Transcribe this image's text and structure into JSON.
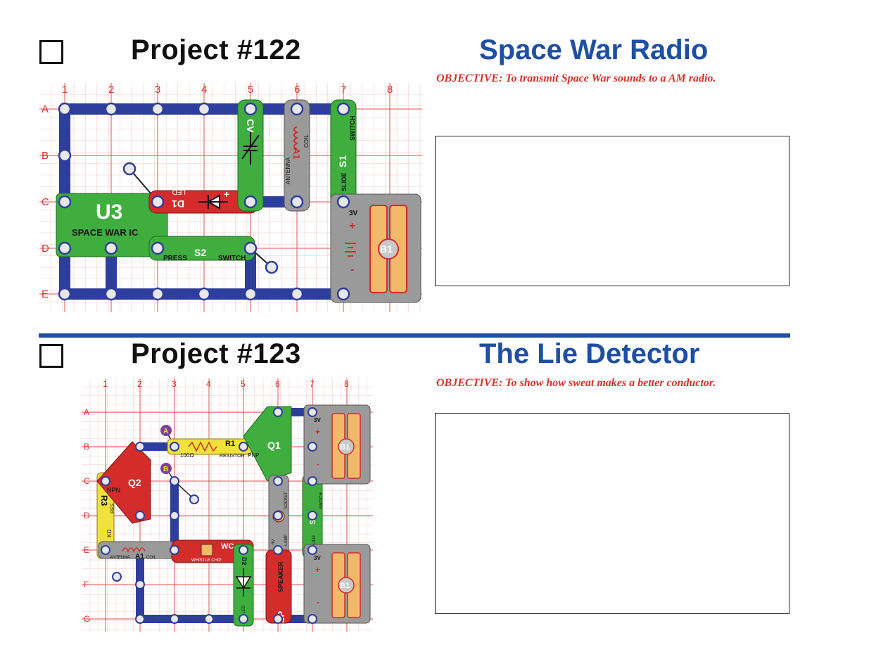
{
  "projects": [
    {
      "title": "Project #122",
      "name": "Space War Radio",
      "objective": "OBJECTIVE:  To transmit Space War sounds to a AM radio.",
      "diagram": {
        "cols": [
          "1",
          "2",
          "3",
          "4",
          "5",
          "6",
          "7",
          "8"
        ],
        "rows": [
          "A",
          "B",
          "C",
          "D",
          "E"
        ],
        "parts": {
          "u3": "U3",
          "u3_sub": "SPACE WAR IC",
          "d1": "D1",
          "d1_sub": "LED",
          "s2": "S2",
          "s2_left": "PRESS",
          "s2_right": "SWITCH",
          "cv": "CV",
          "a1": "A1",
          "a1_sub1": "ANTENNA",
          "a1_sub2": "COIL",
          "s1": "S1",
          "s1_sub1": "SLIDE",
          "s1_sub2": "SWITCH",
          "b1": "B1",
          "b1_volt": "3V"
        }
      }
    },
    {
      "title": "Project #123",
      "name": "The Lie Detector",
      "objective": "OBJECTIVE:  To show how sweat makes a better conductor.",
      "diagram": {
        "cols": [
          "1",
          "2",
          "3",
          "4",
          "5",
          "6",
          "7",
          "8"
        ],
        "rows": [
          "A",
          "B",
          "C",
          "D",
          "E",
          "F",
          "G"
        ],
        "parts": {
          "point_a": "A",
          "point_b": "B",
          "r1": "R1",
          "r1_val": "100Ω",
          "r1_sub": "RESISTOR",
          "q1": "Q1",
          "q1_sub": "PNP",
          "q2": "Q2",
          "q2_sub": "NPN",
          "r3": "R3",
          "r3_val": "KΩ",
          "r3_sub": "RES",
          "a1": "A1",
          "a1_sub1": "ANTENNA",
          "a1_sub2": "COIL",
          "wc": "WC",
          "wc_sub": "WHISTLE CHIP",
          "l": "L",
          "l_sub1": "6V",
          "l_sub2": "LAMP",
          "l_sub3": "SOCKET",
          "s1": "S1",
          "s1_sub1": "SLIDE",
          "s1_sub2": "SWITCH",
          "d2": "D2",
          "d2_sub": "LED",
          "sp": "SP",
          "sp_sub": "SPEAKER",
          "b1_top": "B1",
          "b1_bottom": "B1",
          "b1_volt": "3V"
        }
      }
    }
  ]
}
